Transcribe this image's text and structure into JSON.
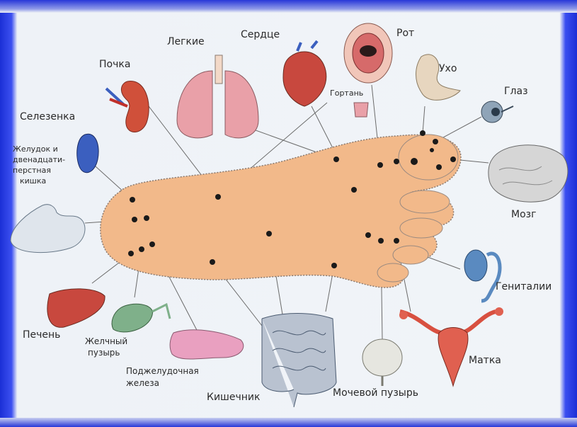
{
  "labels": {
    "kidney": "Почка",
    "lungs": "Легкие",
    "heart": "Сердце",
    "mouth": "Рот",
    "ear": "Ухо",
    "eye": "Глаз",
    "larynx": "Гортань",
    "spleen": "Селезенка",
    "stomach_l1": "Желудок и",
    "stomach_l2": "двенадцати-",
    "stomach_l3": "перстная",
    "stomach_l4": "кишка",
    "brain": "Мозг",
    "genitals": "Гениталии",
    "uterus": "Матка",
    "liver": "Печень",
    "gallbladder_l1": "Желчный",
    "gallbladder_l2": "пузырь",
    "pancreas_l1": "Поджелудочная",
    "pancreas_l2": "железа",
    "intestine": "Кишечник",
    "bladder": "Мочевой пузырь"
  },
  "colors": {
    "foot": "#f2b98a",
    "organ_pink": "#e9a0a8",
    "organ_red": "#c8483e",
    "dot": "#1a1a1a",
    "line": "#6b6b6b"
  }
}
